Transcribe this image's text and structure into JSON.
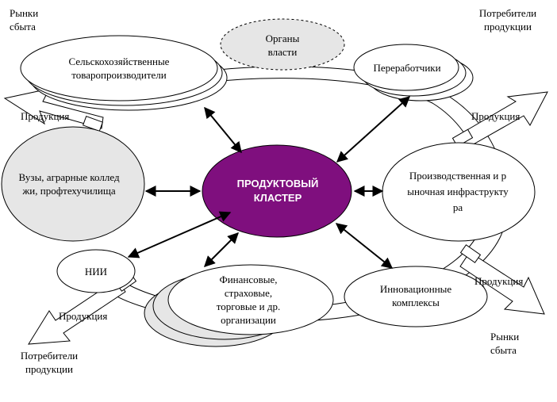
{
  "center": "ПРОДУКТОВЫЙ КЛАСТЕР",
  "nodes": {
    "government": "Органы власти",
    "agri": "Сельскохозяйственные товаропроизводители",
    "processors": "Переработчики",
    "universities": "Вузы, аграрные колледжи, профтехучилища",
    "infrastructure": "Производственная и рыночная инфраструктура",
    "nii": "НИИ",
    "finance": "Финансовые, страховые, торговые и др. организации",
    "innovation": "Инновационные комплексы"
  },
  "corner_labels": {
    "top_left": "Рынки сбыта",
    "top_right": "Потребители продукции",
    "bottom_left": "Потребители продукции",
    "bottom_right": "Рынки сбыта"
  },
  "flow_labels": {
    "top_left": "Продукция",
    "top_right": "Продукция",
    "bottom_left": "Продукция",
    "bottom_right": "Продукция"
  },
  "colors": {
    "center_fill": "#7f0f7e",
    "gray_fill": "#e6e6e6",
    "white_fill": "#ffffff",
    "stroke": "#000000"
  }
}
